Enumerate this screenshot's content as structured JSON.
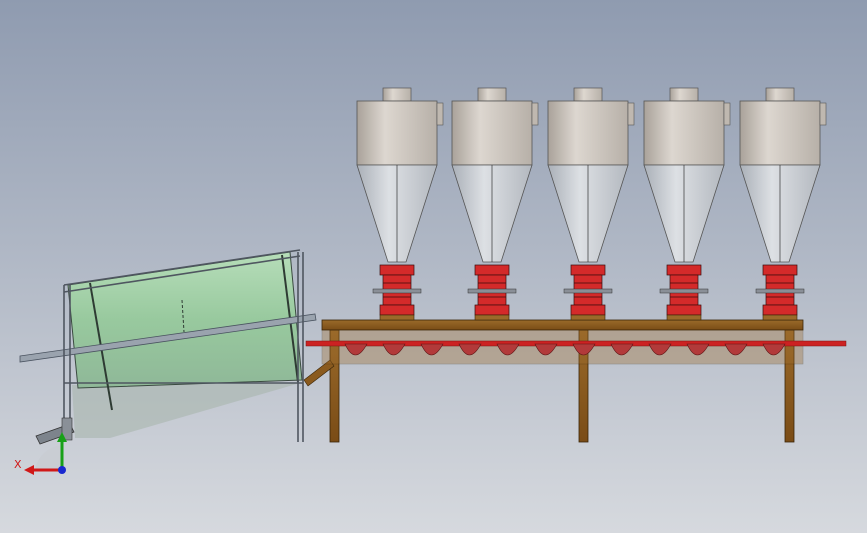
{
  "viewport": {
    "background_top": "#8f9bb0",
    "background_bottom": "#d6d9de"
  },
  "cyclones": {
    "count": 5,
    "body_color": "#cdc6bf",
    "cone_color": "#c9cdd3"
  },
  "feeders": {
    "count": 5,
    "color": "#d42a2a"
  },
  "conveyor": {
    "frame_color": "#8a5a1e",
    "screw_color": "#b23a3a",
    "shaft_color": "#cc2222"
  },
  "drum": {
    "color": "#9ccca4"
  },
  "triad": {
    "x_label": "X",
    "x_color": "#d01818",
    "y_color": "#18a018",
    "z_color": "#1828d0"
  }
}
